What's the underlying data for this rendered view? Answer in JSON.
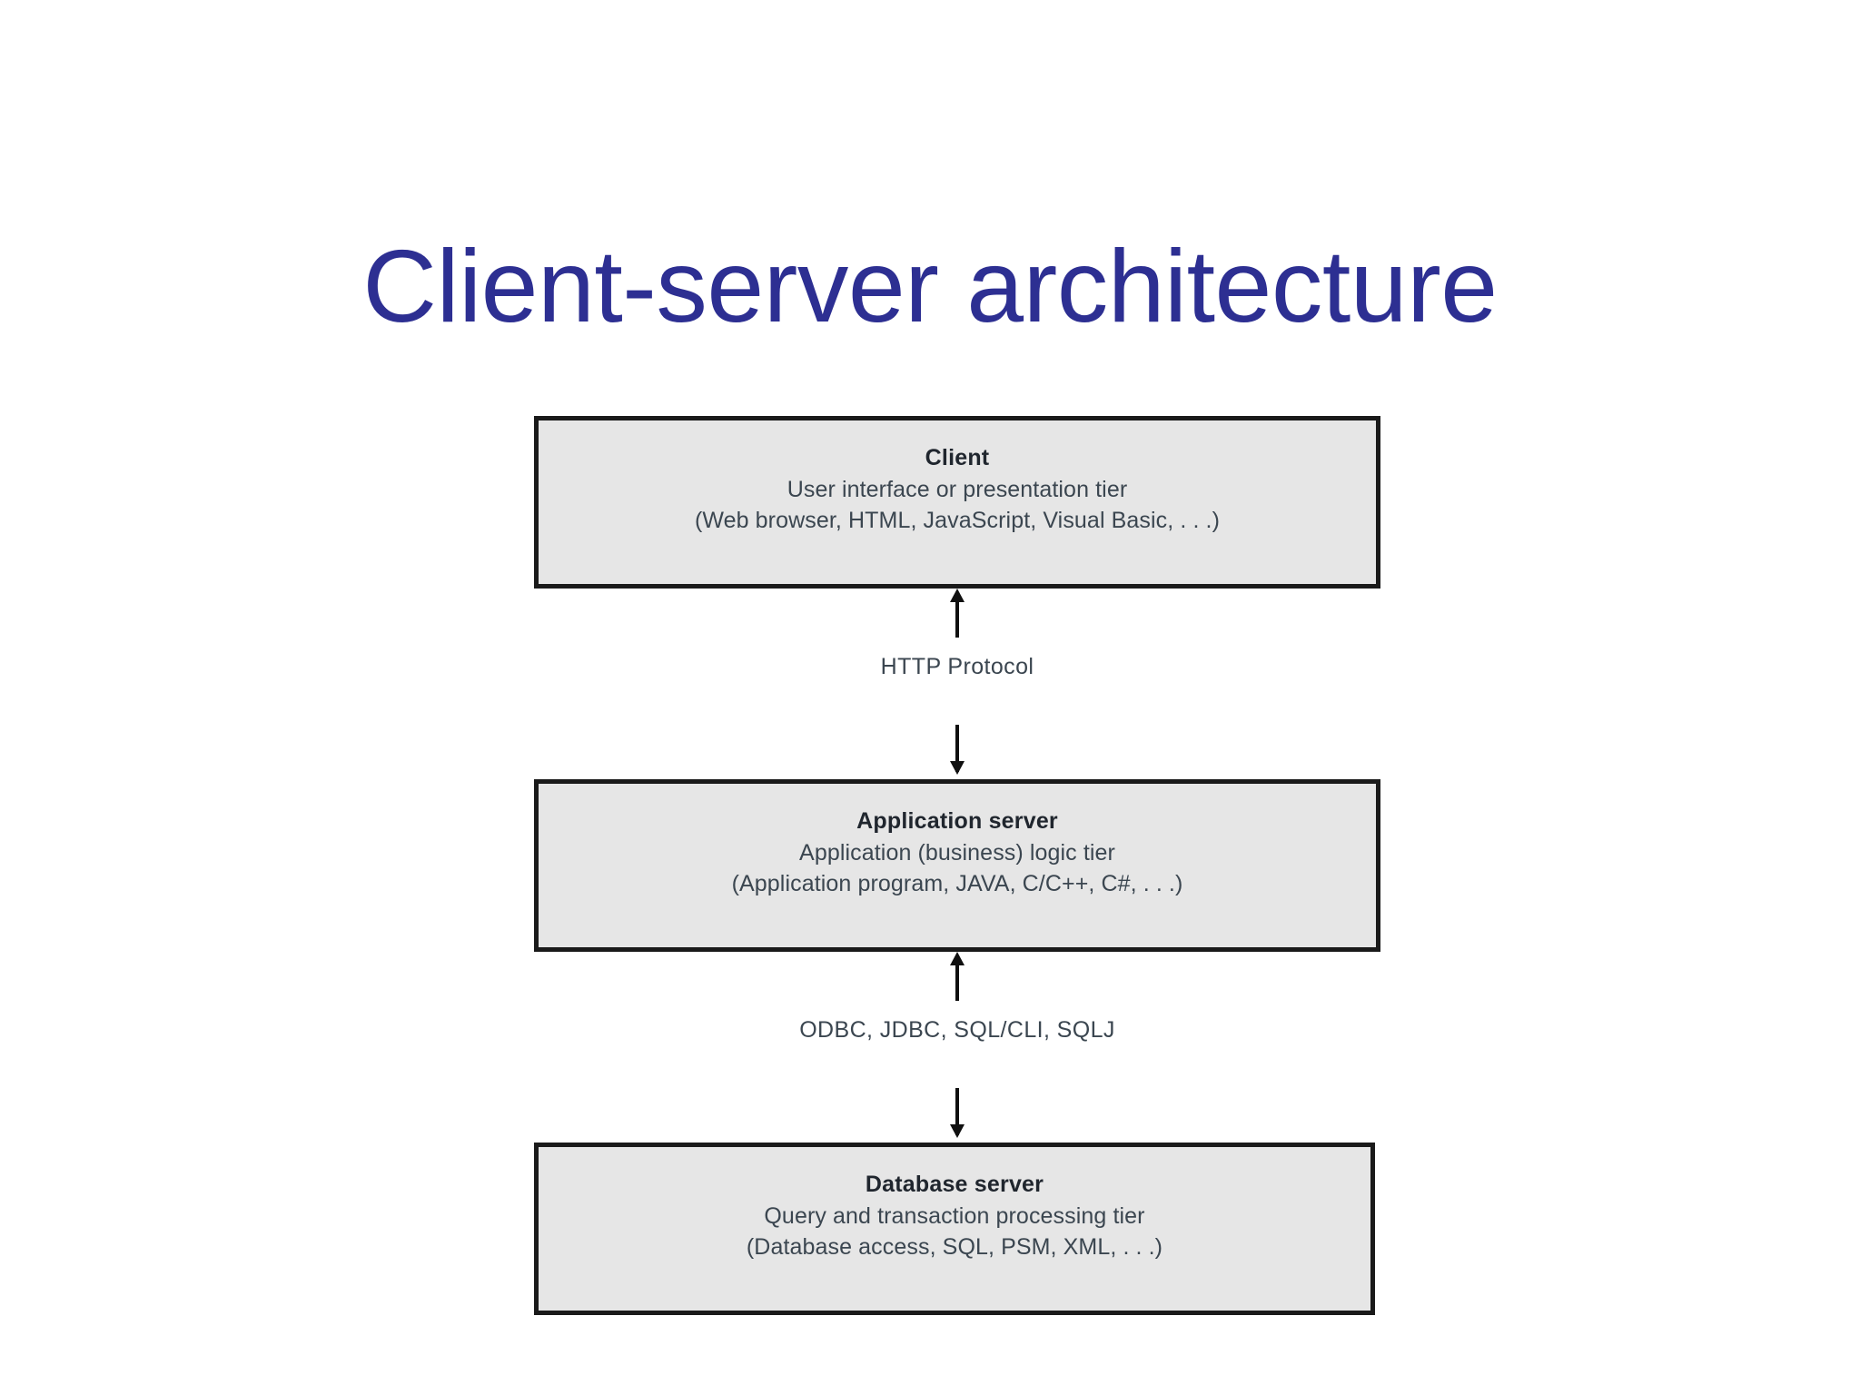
{
  "slide": {
    "title": "Client-server architecture",
    "title_color": "#2d2f92",
    "background_color": "#ffffff"
  },
  "diagram": {
    "type": "three-tier-architecture",
    "box_fill_color": "#e6e6e6",
    "box_border_color": "#1a1a1a",
    "tiers": [
      {
        "id": "client",
        "title": "Client",
        "subtitle": "User interface or presentation tier",
        "detail": "(Web browser, HTML, JavaScript, Visual Basic, . . .)"
      },
      {
        "id": "application-server",
        "title": "Application server",
        "subtitle": "Application (business) logic tier",
        "detail": "(Application program, JAVA, C/C++, C#, . . .)"
      },
      {
        "id": "database-server",
        "title": "Database server",
        "subtitle": "Query and transaction processing tier",
        "detail": "(Database access, SQL, PSM, XML, . . .)"
      }
    ],
    "connectors": [
      {
        "id": "client-to-application",
        "label": "HTTP Protocol",
        "direction": "bidirectional"
      },
      {
        "id": "application-to-database",
        "label": "ODBC, JDBC, SQL/CLI, SQLJ",
        "direction": "bidirectional"
      }
    ]
  }
}
